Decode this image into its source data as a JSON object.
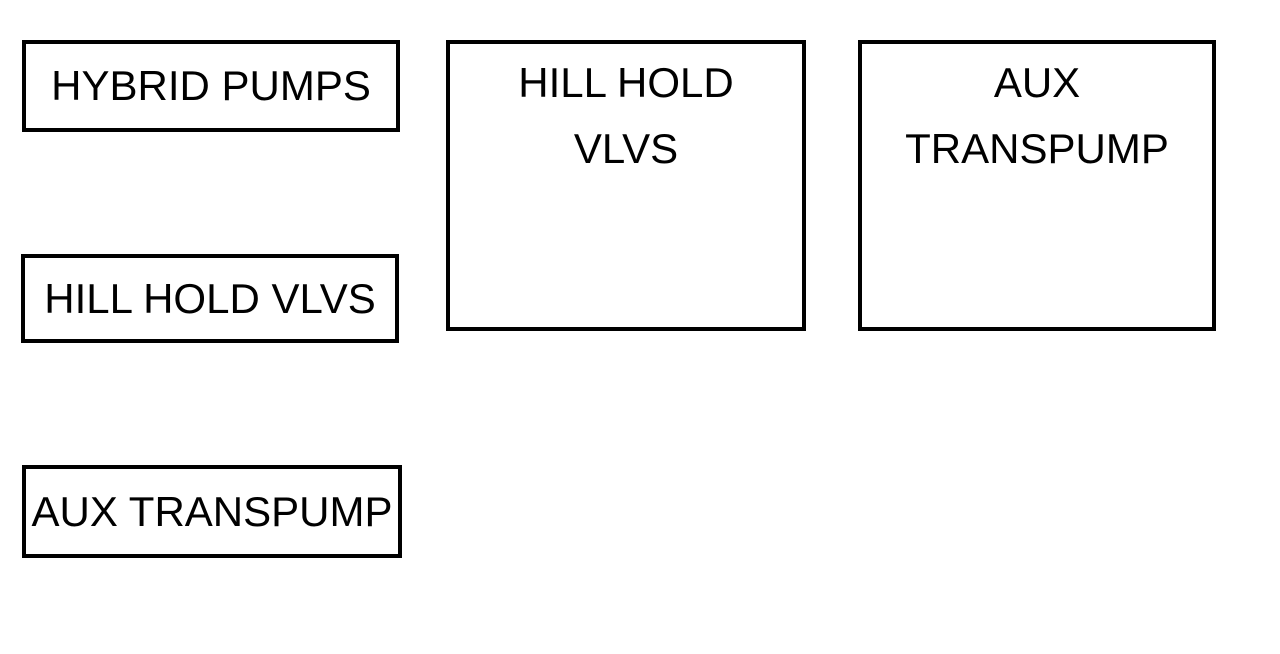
{
  "page": {
    "background_color": "#ffffff"
  },
  "diagram": {
    "stroke_color": "#000000",
    "text_color": "#000000",
    "small_boxes": [
      {
        "label": "HYBRID PUMPS"
      },
      {
        "label": "HILL HOLD VLVS"
      },
      {
        "label": "AUX TRANSPUMP"
      }
    ],
    "large_boxes": [
      {
        "lines": [
          "HILL HOLD",
          "VLVS"
        ]
      },
      {
        "lines": [
          "AUX",
          "TRANSPUMP"
        ]
      }
    ]
  }
}
